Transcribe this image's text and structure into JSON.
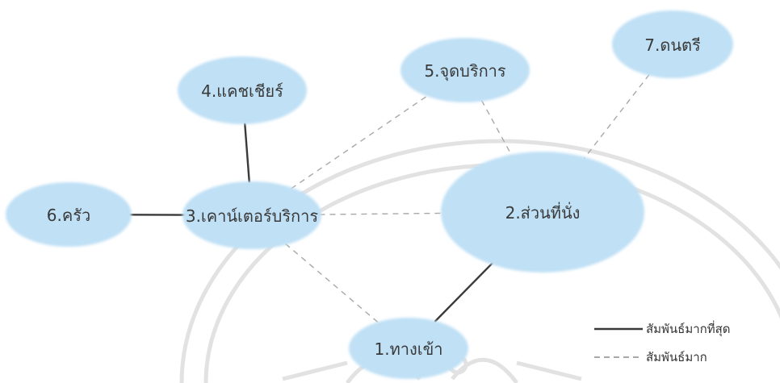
{
  "diagram": {
    "nodes": [
      {
        "id": "entrance",
        "label": "1.ทางเข้า"
      },
      {
        "id": "seating",
        "label": "2.ส่วนที่นั่ง"
      },
      {
        "id": "service-counter",
        "label": "3.เคาน์เตอร์บริการ"
      },
      {
        "id": "cashier",
        "label": "4.แคชเชียร์"
      },
      {
        "id": "service-point",
        "label": "5.จุดบริการ"
      },
      {
        "id": "kitchen",
        "label": "6.ครัว"
      },
      {
        "id": "music",
        "label": "7.ดนตรี"
      }
    ],
    "edges": [
      {
        "from": "kitchen",
        "to": "service-counter",
        "relation": "strongest"
      },
      {
        "from": "cashier",
        "to": "service-counter",
        "relation": "strongest"
      },
      {
        "from": "seating",
        "to": "entrance",
        "relation": "strongest"
      },
      {
        "from": "service-counter",
        "to": "service-point",
        "relation": "strong"
      },
      {
        "from": "service-counter",
        "to": "seating",
        "relation": "strong"
      },
      {
        "from": "service-counter",
        "to": "entrance",
        "relation": "strong"
      },
      {
        "from": "service-point",
        "to": "seating",
        "relation": "strong"
      },
      {
        "from": "music",
        "to": "seating",
        "relation": "strong"
      }
    ]
  },
  "legend": {
    "strongest_label": "สัมพันธ์มากที่สุด",
    "strong_label": "สัมพันธ์มาก"
  },
  "colors": {
    "node_fill": "#bfe0f5",
    "edge": "#3a3a3a",
    "dashed_edge": "#a8a8a8",
    "watermark": "#e2e2e2"
  }
}
